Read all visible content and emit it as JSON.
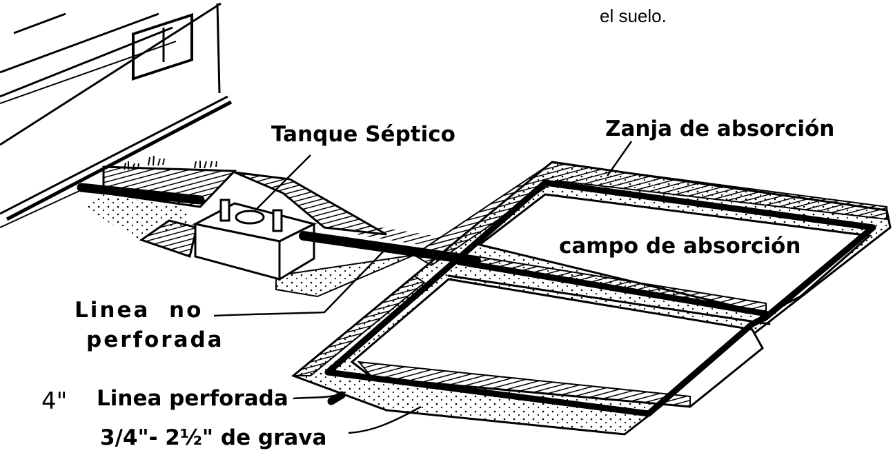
{
  "caption_fragment": "el suelo.",
  "labels": {
    "septic_tank": "Tanque Séptico",
    "absorption_trench": "Zanja de absorción",
    "absorption_field": "campo de absorción",
    "non_perforated_line_1": "Linea",
    "non_perforated_line_2": "no",
    "non_perforated_line_3": "perforada",
    "pipe_size": "4\"",
    "perforated_line": "Linea perforada",
    "gravel": "3/4\"- 2½\" de grava"
  },
  "colors": {
    "ink": "#000000",
    "paper": "#ffffff"
  }
}
